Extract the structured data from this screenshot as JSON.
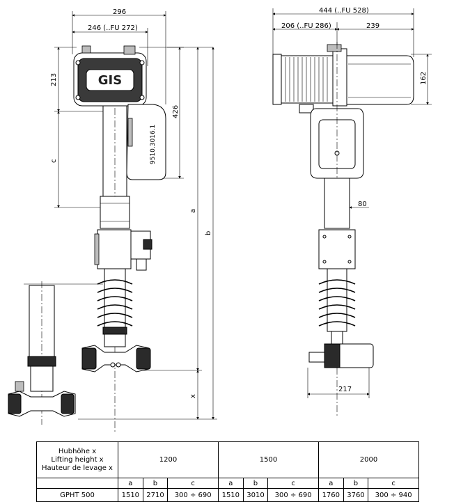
{
  "dimensions": {
    "d296": "296",
    "d246": "246 (..FU 272)",
    "d213": "213",
    "d426": "426",
    "c": "c",
    "a": "a",
    "b": "b",
    "x": "x",
    "d444": "444 (..FU 528)",
    "d206": "206 (..FU 286)",
    "d239": "239",
    "d162": "162",
    "d80": "80",
    "d217": "217"
  },
  "part_number": "9510.3016.1",
  "logo_text": "GIS",
  "table": {
    "header_label": [
      "Hubhöhe x",
      "Lifting height x",
      "Hauteur de levage x"
    ],
    "groups": [
      "1200",
      "1500",
      "2000"
    ],
    "subcols": [
      "a",
      "b",
      "c"
    ],
    "row_label": "GPHT 500",
    "values": [
      [
        "1510",
        "2710",
        "300 ÷ 690"
      ],
      [
        "1510",
        "3010",
        "300 ÷ 690"
      ],
      [
        "1760",
        "3760",
        "300 ÷ 940"
      ]
    ]
  }
}
